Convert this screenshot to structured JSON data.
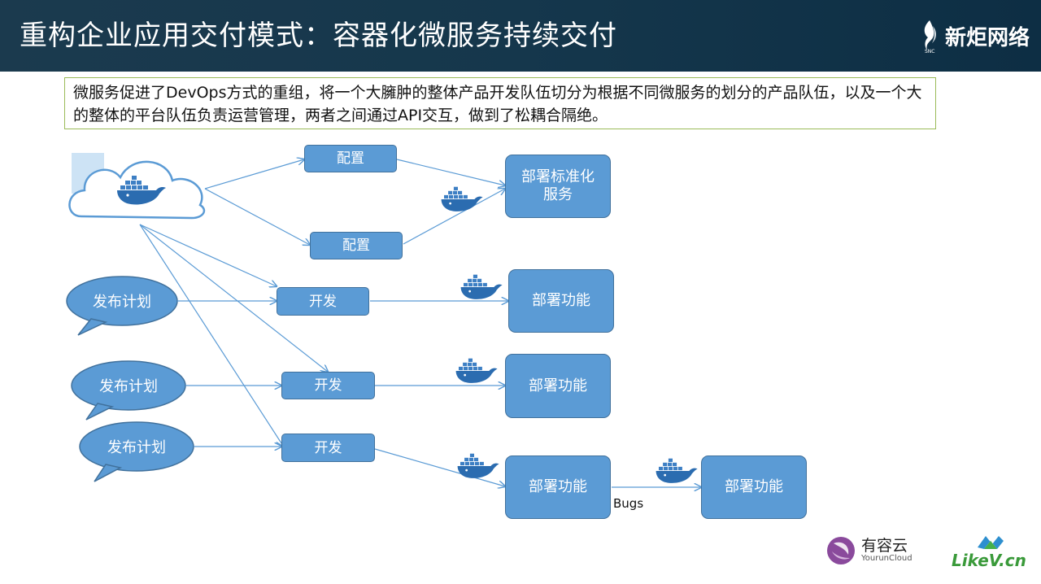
{
  "header": {
    "title": "重构企业应用交付模式：容器化微服务持续交付",
    "brand": "新炬网络"
  },
  "description": "微服务促进了DevOps方式的重组，将一个大臃肿的整体产品开发队伍切分为根据不同微服务的划分的产品队伍，以及一个大的整体的平台队伍负责运营管理，两者之间通过API交互，做到了松耦合隔绝。",
  "diagram": {
    "config_top": "配置",
    "config_bottom": "配置",
    "deploy_standard": "部署标准化\n服务",
    "plan_1": "发布计划",
    "plan_2": "发布计划",
    "plan_3": "发布计划",
    "dev_1": "开发",
    "dev_2": "开发",
    "dev_3": "开发",
    "deploy_func_1": "部署功能",
    "deploy_func_2": "部署功能",
    "deploy_func_3": "部署功能",
    "deploy_func_4": "部署功能",
    "bugs_label": "Bugs"
  },
  "footer": {
    "brand_1_name": "有容云",
    "brand_1_sub": "YourunCloud",
    "brand_2": "LikeV.cn"
  },
  "colors": {
    "node_fill": "#5b9bd5",
    "node_border": "#41719c",
    "arrow": "#5b9bd5",
    "header_bg": "#15374c",
    "desc_border": "#9bbb59"
  }
}
